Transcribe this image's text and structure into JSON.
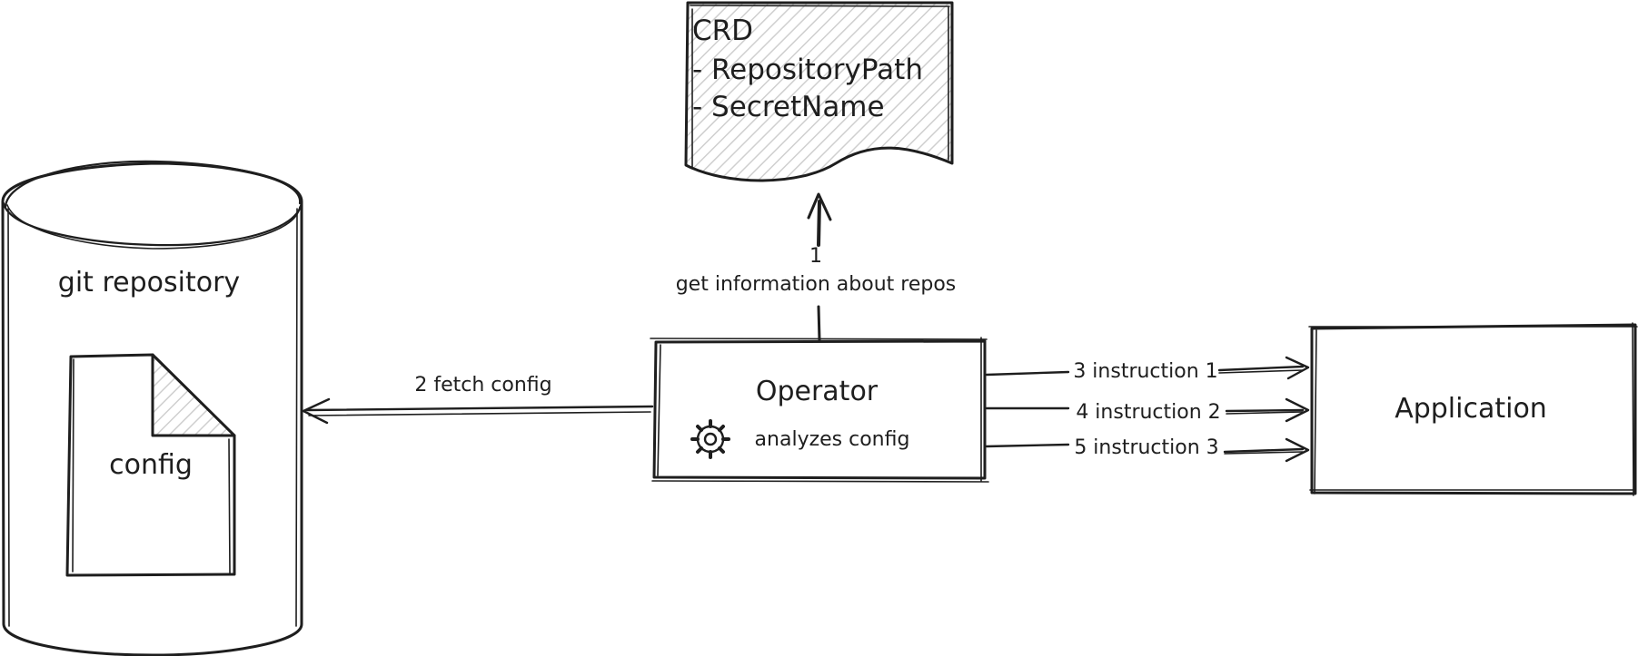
{
  "nodes": {
    "git_repository": {
      "label": "git repository"
    },
    "config_file": {
      "label": "config"
    },
    "crd": {
      "lines": [
        "CRD",
        "- RepositoryPath",
        "- SecretName"
      ]
    },
    "operator": {
      "title": "Operator",
      "subtitle": "analyzes config",
      "icon": "gear-icon"
    },
    "application": {
      "label": "Application"
    }
  },
  "edges": {
    "get_info": {
      "step": "1",
      "label": "get information about repos"
    },
    "fetch_config": {
      "label": "2 fetch config"
    },
    "instruction_1": {
      "label": "3 instruction 1"
    },
    "instruction_2": {
      "label": "4 instruction 2"
    },
    "instruction_3": {
      "label": "5 instruction 3"
    }
  },
  "colors": {
    "ink": "#1e1e1e",
    "hatch": "#c8c8c8",
    "crd_border": "#555555"
  }
}
